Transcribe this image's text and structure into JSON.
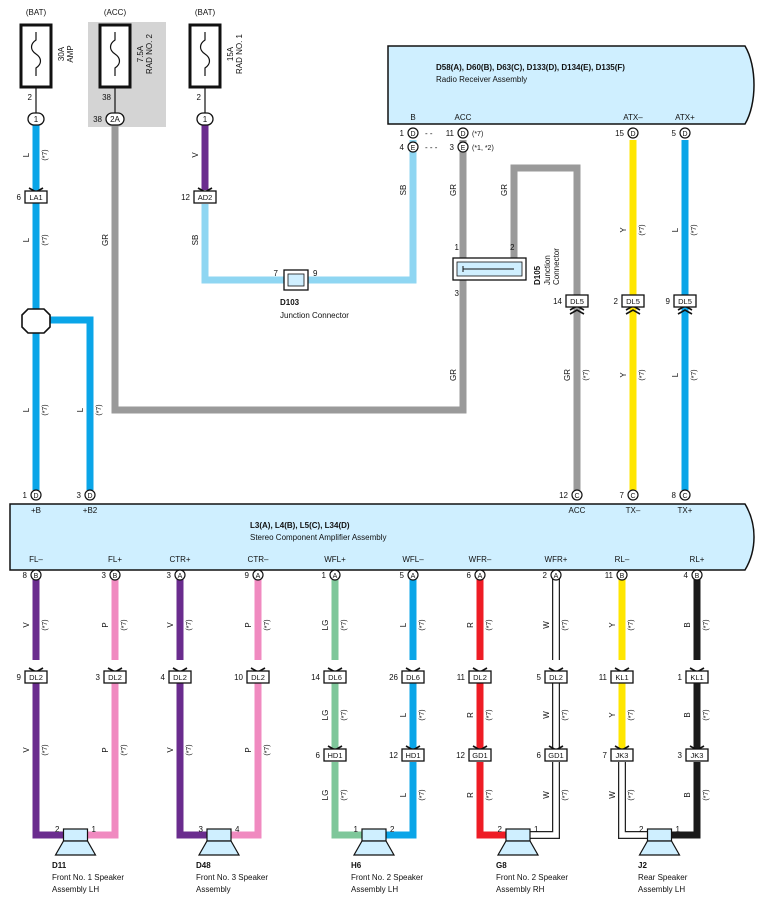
{
  "fuses": [
    {
      "source": "(BAT)",
      "rating": "30A",
      "name": "AMP",
      "pin": "2",
      "conn": "1"
    },
    {
      "source": "(ACC)",
      "rating": "7.5A",
      "name": "RAD NO. 2",
      "pin": "38",
      "conn": "2A"
    },
    {
      "source": "(BAT)",
      "rating": "15A",
      "name": "RAD NO. 1",
      "pin": "2",
      "conn": "1"
    }
  ],
  "radio": {
    "connectors": "D58(A), D60(B), D63(C), D133(D), D134(E), D135(F)",
    "name": "Radio Receiver Assembly",
    "terminals": [
      "B",
      "ACC",
      "ATX–",
      "ATX+"
    ],
    "pins": [
      {
        "num": "1",
        "conn": "D"
      },
      {
        "num": "11",
        "conn": "D",
        "note": "(*7)"
      },
      {
        "num": "4",
        "conn": "E"
      },
      {
        "num": "3",
        "conn": "E",
        "note": "(*1, *2)"
      },
      {
        "num": "15",
        "conn": "D"
      },
      {
        "num": "5",
        "conn": "D"
      }
    ]
  },
  "amp": {
    "connectors": "L3(A), L4(B), L5(C), L34(D)",
    "name": "Stereo Component Amplifier Assembly",
    "top_terminals": [
      "+B",
      "+B2",
      "ACC",
      "TX–",
      "TX+"
    ],
    "top_pins": [
      {
        "num": "1",
        "conn": "D"
      },
      {
        "num": "3",
        "conn": "D"
      },
      {
        "num": "12",
        "conn": "C"
      },
      {
        "num": "7",
        "conn": "C"
      },
      {
        "num": "8",
        "conn": "C"
      }
    ],
    "bottom_terminals": [
      "FL–",
      "FL+",
      "CTR+",
      "CTR–",
      "WFL+",
      "WFL–",
      "WFR–",
      "WFR+",
      "RL–",
      "RL+"
    ],
    "bottom_pins": [
      {
        "num": "8",
        "conn": "B"
      },
      {
        "num": "3",
        "conn": "B"
      },
      {
        "num": "3",
        "conn": "A"
      },
      {
        "num": "9",
        "conn": "A"
      },
      {
        "num": "1",
        "conn": "A"
      },
      {
        "num": "5",
        "conn": "A"
      },
      {
        "num": "6",
        "conn": "A"
      },
      {
        "num": "2",
        "conn": "A"
      },
      {
        "num": "11",
        "conn": "B"
      },
      {
        "num": "4",
        "conn": "B"
      }
    ]
  },
  "inline_connectors": [
    {
      "name": "LA1",
      "pin": "6"
    },
    {
      "name": "AD2",
      "pin": "12"
    },
    {
      "name": "DL5",
      "pin": "14"
    },
    {
      "name": "DL5",
      "pin": "2"
    },
    {
      "name": "DL5",
      "pin": "9"
    }
  ],
  "d103": {
    "id": "D103",
    "name": "Junction Connector",
    "pins": [
      "7",
      "9"
    ]
  },
  "d105": {
    "id": "D105",
    "name": "Junction Connector",
    "pins": [
      "1",
      "2",
      "3"
    ]
  },
  "wire_colors": {
    "L": "#0aa5e8",
    "SB": "#8fd6f2",
    "V": "#6a2c8e",
    "GR": "#9a9a9a",
    "Y": "#ffe600",
    "P": "#f08ac0",
    "LG": "#7ec79a",
    "R": "#ee1c25",
    "W": "#ffffff",
    "B": "#1a1a1a"
  },
  "wire_note": "(*7)",
  "lower_circuits": [
    {
      "color": "V",
      "c1": {
        "name": "DL2",
        "pin": "9"
      }
    },
    {
      "color": "P",
      "c1": {
        "name": "DL2",
        "pin": "3"
      }
    },
    {
      "color": "V",
      "c1": {
        "name": "DL2",
        "pin": "4"
      }
    },
    {
      "color": "P",
      "c1": {
        "name": "DL2",
        "pin": "10"
      }
    },
    {
      "color": "LG",
      "c1": {
        "name": "DL6",
        "pin": "14"
      },
      "c2": {
        "name": "HD1",
        "pin": "6"
      }
    },
    {
      "color": "L",
      "c1": {
        "name": "DL6",
        "pin": "26"
      },
      "c2": {
        "name": "HD1",
        "pin": "12"
      }
    },
    {
      "color": "R",
      "c1": {
        "name": "DL2",
        "pin": "11"
      },
      "c2": {
        "name": "GD1",
        "pin": "12"
      }
    },
    {
      "color": "W",
      "c1": {
        "name": "DL2",
        "pin": "5"
      },
      "c2": {
        "name": "GD1",
        "pin": "6"
      }
    },
    {
      "color": "Y",
      "c1": {
        "name": "KL1",
        "pin": "11"
      },
      "c2": {
        "name": "JK3",
        "pin": "7"
      },
      "c2_color": "W"
    },
    {
      "color": "B",
      "c1": {
        "name": "KL1",
        "pin": "1"
      },
      "c2": {
        "name": "JK3",
        "pin": "3"
      }
    }
  ],
  "speakers": [
    {
      "id": "D11",
      "name": "Front No. 1 Speaker Assembly LH",
      "pins": [
        "2",
        "1"
      ]
    },
    {
      "id": "D48",
      "name": "Front No. 3 Speaker Assembly",
      "pins": [
        "3",
        "4"
      ]
    },
    {
      "id": "H6",
      "name": "Front No. 2 Speaker Assembly LH",
      "pins": [
        "1",
        "2"
      ]
    },
    {
      "id": "G8",
      "name": "Front No. 2 Speaker Assembly RH",
      "pins": [
        "2",
        "1"
      ]
    },
    {
      "id": "J2",
      "name": "Rear Speaker Assembly LH",
      "pins": [
        "2",
        "1"
      ]
    }
  ]
}
